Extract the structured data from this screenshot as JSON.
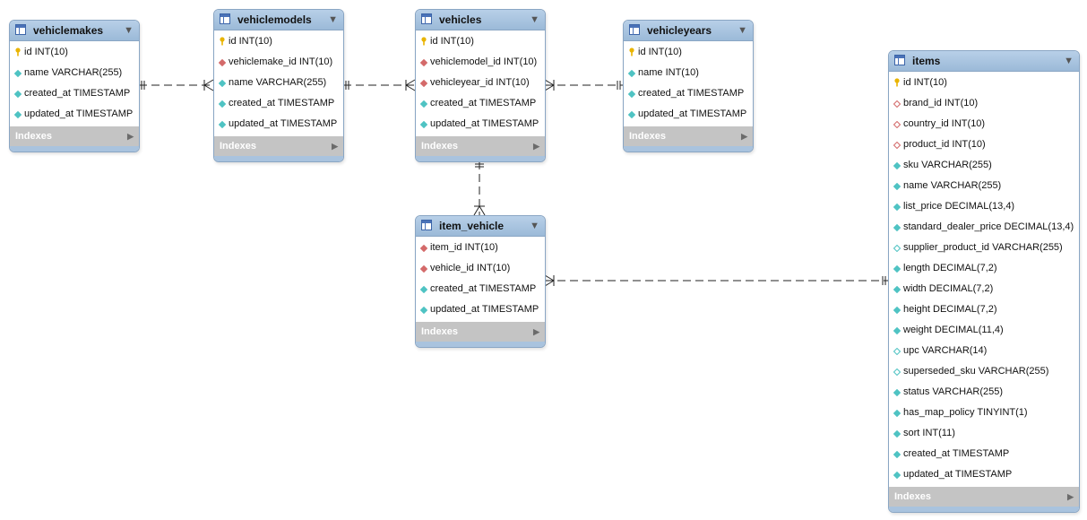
{
  "indexes_label": "Indexes",
  "colors": {
    "header": "#a9c4e0",
    "border": "#8aa6c4",
    "key": "#e9b400",
    "foreign_key": "#d46a6a",
    "column": "#4fc3c3",
    "nullable_column": "#7fd3d3",
    "connector": "#222222"
  },
  "tables": [
    {
      "id": "vehiclemakes",
      "name": "vehiclemakes",
      "icon": "table-icon",
      "columns": [
        {
          "text": "id INT(10)",
          "icon": "primary-key-icon"
        },
        {
          "text": "name VARCHAR(255)",
          "icon": "column-icon"
        },
        {
          "text": "created_at TIMESTAMP",
          "icon": "column-icon"
        },
        {
          "text": "updated_at TIMESTAMP",
          "icon": "column-icon"
        }
      ]
    },
    {
      "id": "vehiclemodels",
      "name": "vehiclemodels",
      "icon": "table-icon",
      "columns": [
        {
          "text": "id INT(10)",
          "icon": "primary-key-icon"
        },
        {
          "text": "vehiclemake_id INT(10)",
          "icon": "foreign-key-icon"
        },
        {
          "text": "name VARCHAR(255)",
          "icon": "column-icon"
        },
        {
          "text": "created_at TIMESTAMP",
          "icon": "column-icon"
        },
        {
          "text": "updated_at TIMESTAMP",
          "icon": "column-icon"
        }
      ]
    },
    {
      "id": "vehicles",
      "name": "vehicles",
      "icon": "table-icon",
      "columns": [
        {
          "text": "id INT(10)",
          "icon": "primary-key-icon"
        },
        {
          "text": "vehiclemodel_id INT(10)",
          "icon": "foreign-key-icon"
        },
        {
          "text": "vehicleyear_id INT(10)",
          "icon": "foreign-key-icon"
        },
        {
          "text": "created_at TIMESTAMP",
          "icon": "column-icon"
        },
        {
          "text": "updated_at TIMESTAMP",
          "icon": "column-icon"
        }
      ]
    },
    {
      "id": "vehicleyears",
      "name": "vehicleyears",
      "icon": "table-icon",
      "columns": [
        {
          "text": "id INT(10)",
          "icon": "primary-key-icon"
        },
        {
          "text": "name INT(10)",
          "icon": "column-icon"
        },
        {
          "text": "created_at TIMESTAMP",
          "icon": "column-icon"
        },
        {
          "text": "updated_at TIMESTAMP",
          "icon": "column-icon"
        }
      ]
    },
    {
      "id": "item_vehicle",
      "name": "item_vehicle",
      "icon": "table-icon",
      "columns": [
        {
          "text": "item_id INT(10)",
          "icon": "foreign-key-icon"
        },
        {
          "text": "vehicle_id INT(10)",
          "icon": "foreign-key-icon"
        },
        {
          "text": "created_at TIMESTAMP",
          "icon": "column-icon"
        },
        {
          "text": "updated_at TIMESTAMP",
          "icon": "column-icon"
        }
      ]
    },
    {
      "id": "items",
      "name": "items",
      "icon": "table-icon",
      "columns": [
        {
          "text": "id INT(10)",
          "icon": "primary-key-icon"
        },
        {
          "text": "brand_id INT(10)",
          "icon": "nullable-foreign-key-icon"
        },
        {
          "text": "country_id INT(10)",
          "icon": "nullable-foreign-key-icon"
        },
        {
          "text": "product_id INT(10)",
          "icon": "nullable-foreign-key-icon"
        },
        {
          "text": "sku VARCHAR(255)",
          "icon": "column-icon"
        },
        {
          "text": "name VARCHAR(255)",
          "icon": "column-icon"
        },
        {
          "text": "list_price DECIMAL(13,4)",
          "icon": "column-icon"
        },
        {
          "text": "standard_dealer_price DECIMAL(13,4)",
          "icon": "column-icon"
        },
        {
          "text": "supplier_product_id VARCHAR(255)",
          "icon": "nullable-column-icon"
        },
        {
          "text": "length DECIMAL(7,2)",
          "icon": "column-icon"
        },
        {
          "text": "width DECIMAL(7,2)",
          "icon": "column-icon"
        },
        {
          "text": "height DECIMAL(7,2)",
          "icon": "column-icon"
        },
        {
          "text": "weight DECIMAL(11,4)",
          "icon": "column-icon"
        },
        {
          "text": "upc VARCHAR(14)",
          "icon": "nullable-column-icon"
        },
        {
          "text": "superseded_sku VARCHAR(255)",
          "icon": "nullable-column-icon"
        },
        {
          "text": "status VARCHAR(255)",
          "icon": "column-icon"
        },
        {
          "text": "has_map_policy TINYINT(1)",
          "icon": "column-icon"
        },
        {
          "text": "sort INT(11)",
          "icon": "column-icon"
        },
        {
          "text": "created_at TIMESTAMP",
          "icon": "column-icon"
        },
        {
          "text": "updated_at TIMESTAMP",
          "icon": "column-icon"
        }
      ]
    }
  ],
  "relationships": [
    {
      "from": "vehiclemakes",
      "to": "vehiclemodels",
      "from_end": "one",
      "to_end": "many"
    },
    {
      "from": "vehiclemodels",
      "to": "vehicles",
      "from_end": "one",
      "to_end": "many"
    },
    {
      "from": "vehicleyears",
      "to": "vehicles",
      "from_end": "one",
      "to_end": "many"
    },
    {
      "from": "vehicles",
      "to": "item_vehicle",
      "from_end": "one",
      "to_end": "many"
    },
    {
      "from": "items",
      "to": "item_vehicle",
      "from_end": "one",
      "to_end": "many"
    }
  ]
}
